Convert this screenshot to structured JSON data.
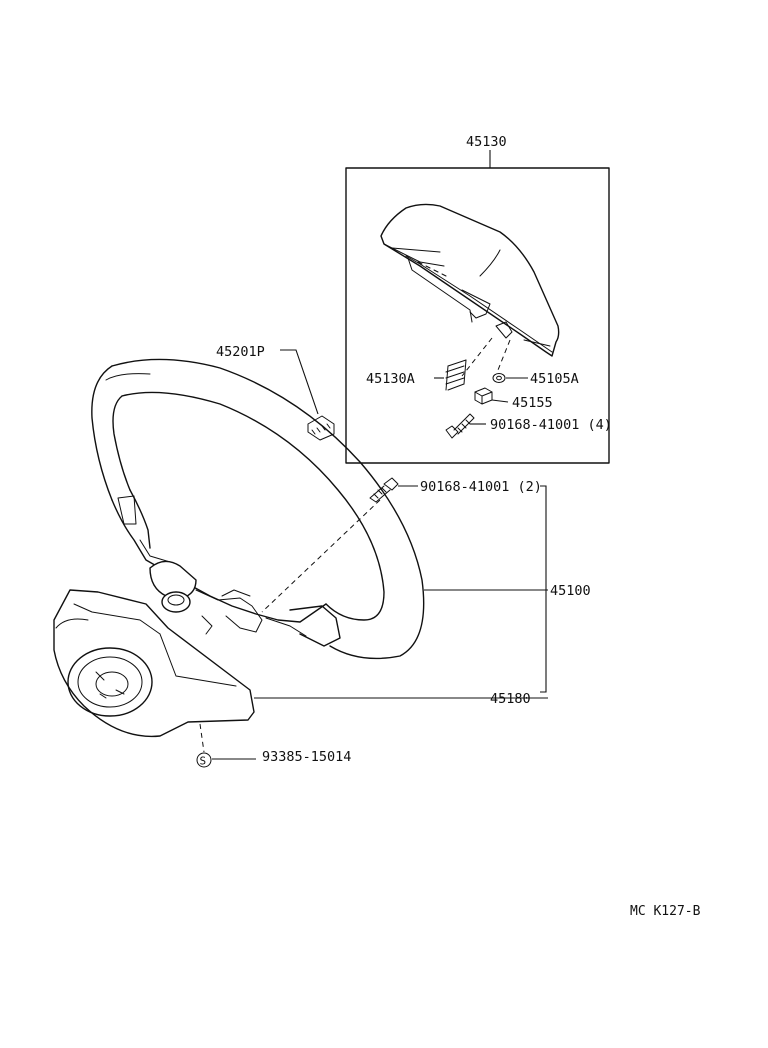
{
  "parts": {
    "pad_assembly": "45130",
    "steering_wheel": "45100",
    "lower_cover": "45180",
    "clip": "45201P",
    "spring": "45130A",
    "washer": "45105A",
    "nut": "45155",
    "screw_pad": "90168-41001 (4)",
    "screw_wheel": "90168-41001 (2)",
    "nut_main": "93385-15014",
    "supplied_mark": "S"
  },
  "figure_code": "MC K127-B"
}
